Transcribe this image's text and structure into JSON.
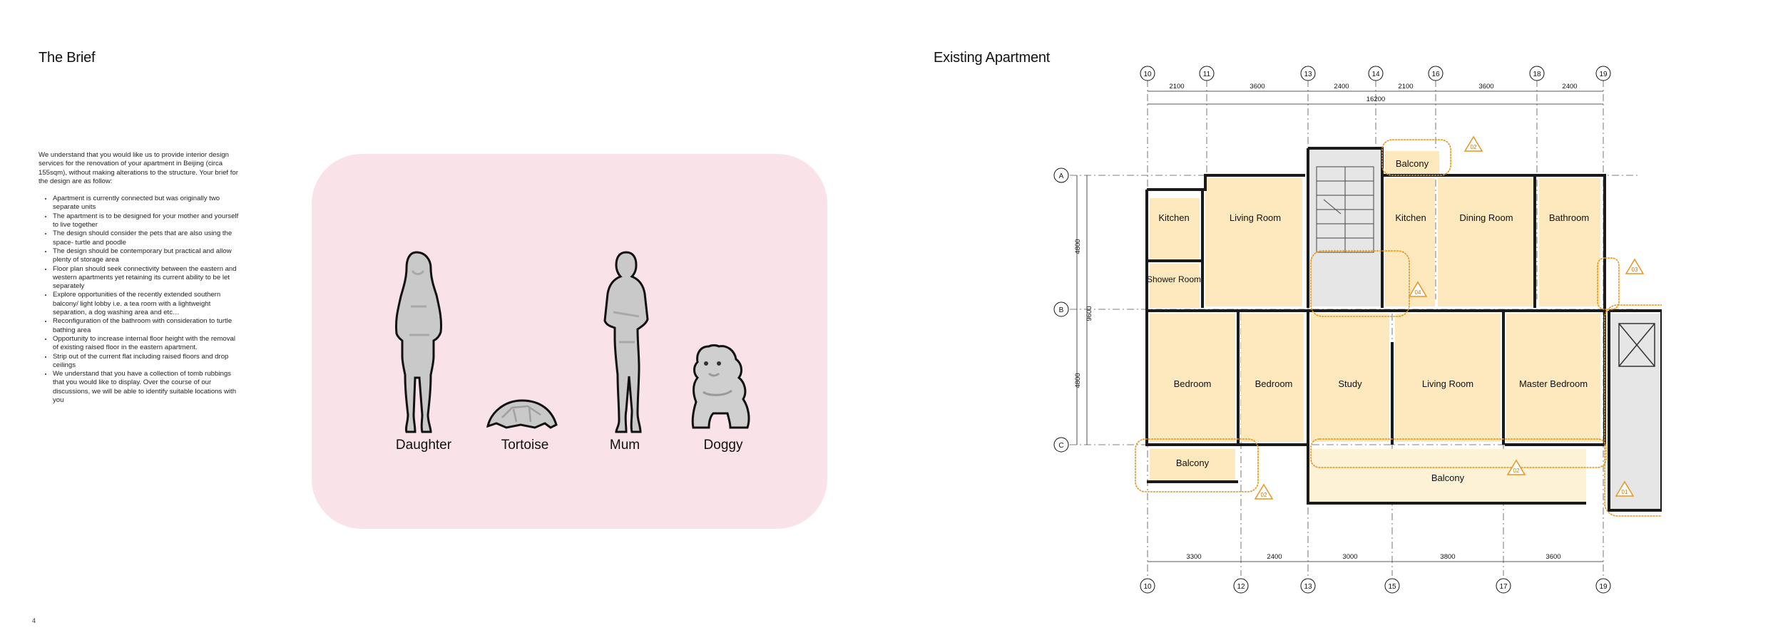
{
  "left_page": {
    "title": "The Brief",
    "intro": "We understand that you would like us to provide interior design services for the renovation of your apartment in Beijing (circa 155sqm), without making alterations to the structure. Your brief for the design are as follow:",
    "bullets": [
      "Apartment is currently connected but was originally two separate units",
      "The apartment is to be designed for your mother and yourself to live together",
      "The design should consider the pets that are also using the space- turtle and poodle",
      "The design should be contemporary but practical and allow plenty of storage area",
      "Floor plan should seek connectivity between the eastern and western apartments yet retaining its current ability to be let separately",
      "Explore opportunities of the recently extended southern balcony/ light lobby i.e. a tea room with a lightweight separation, a dog washing area and etc…",
      "Reconfiguration of the bathroom with consideration to turtle bathing area",
      "Opportunity to increase internal floor height with the removal of existing raised floor in the eastern apartment.",
      "Strip out of the current flat including raised floors and drop ceilings",
      "We understand that you have a collection of tomb rubbings that you would like to display. Over the course of our discussions, we will be able to identify suitable locations with you"
    ],
    "figures": [
      "Daughter",
      "Tortoise",
      "Mum",
      "Doggy"
    ],
    "page_number": "4",
    "panel_color": "#f9e3e8"
  },
  "right_page": {
    "title": "Existing Apartment",
    "plan": {
      "top_grid_labels": [
        "10",
        "11",
        "13",
        "14",
        "16",
        "18",
        "19"
      ],
      "top_dimensions": [
        "2100",
        "3600",
        "2400",
        "2100",
        "3600",
        "2400"
      ],
      "overall_dimension": "16200",
      "bottom_grid_labels": [
        "10",
        "12",
        "13",
        "15",
        "17",
        "19"
      ],
      "bottom_dimensions": [
        "3300",
        "2400",
        "3000",
        "3800",
        "3600"
      ],
      "row_grid_labels": [
        "A",
        "B",
        "C"
      ],
      "side_dimensions": [
        "4800",
        "4800"
      ],
      "side_overall": "9600",
      "rooms": {
        "kitchen_w": "Kitchen",
        "living_w": "Living Room",
        "shower": "Shower Room",
        "kitchen_e": "Kitchen",
        "dining": "Dining Room",
        "bathroom": "Bathroom",
        "balcony_n": "Balcony",
        "bedroom_1": "Bedroom",
        "bedroom_2": "Bedroom",
        "study": "Study",
        "living_e": "Living Room",
        "master": "Master Bedroom",
        "balcony_sw": "Balcony",
        "balcony_s": "Balcony"
      },
      "tags": [
        "02",
        "03",
        "04",
        "02",
        "02",
        "01"
      ],
      "room_fill": "#fde9bd",
      "annotation_color": "#e8961e"
    }
  }
}
